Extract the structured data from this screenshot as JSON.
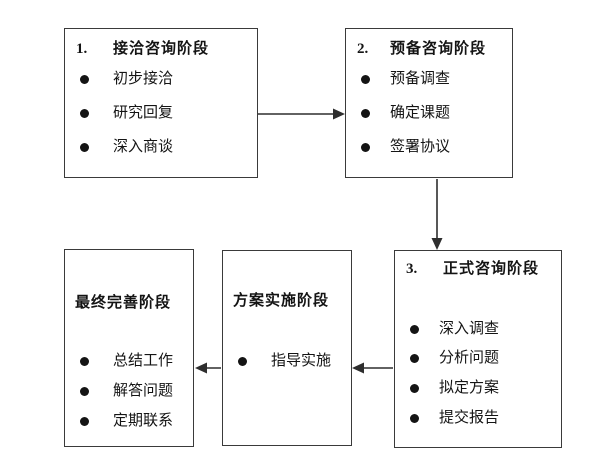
{
  "diagram": {
    "title_meaning": "consulting-process-flowchart",
    "colors": {
      "background": "#ffffff",
      "box_border": "#3a3a3a",
      "text": "#141414",
      "arrow": "#2e2e2e"
    },
    "boxes": [
      {
        "id": "stage-1",
        "number": "1.",
        "title": "接洽咨询阶段",
        "items": [
          "初步接洽",
          "研究回复",
          "深入商谈"
        ]
      },
      {
        "id": "stage-2",
        "number": "2.",
        "title": "预备咨询阶段",
        "items": [
          "预备调查",
          "确定课题",
          "签署协议"
        ]
      },
      {
        "id": "stage-3",
        "number": "3.",
        "title": "正式咨询阶段",
        "items": [
          "深入调查",
          "分析问题",
          "拟定方案",
          "提交报告"
        ]
      },
      {
        "id": "stage-4",
        "number": "",
        "title": "方案实施阶段",
        "items": [
          "指导实施"
        ]
      },
      {
        "id": "stage-5",
        "number": "",
        "title": "最终完善阶段",
        "items": [
          "总结工作",
          "解答问题",
          "定期联系"
        ]
      }
    ],
    "arrows": [
      {
        "from": "stage-1",
        "to": "stage-2",
        "direction": "right"
      },
      {
        "from": "stage-2",
        "to": "stage-3",
        "direction": "down"
      },
      {
        "from": "stage-3",
        "to": "stage-4",
        "direction": "left"
      },
      {
        "from": "stage-4",
        "to": "stage-5",
        "direction": "left"
      }
    ]
  }
}
